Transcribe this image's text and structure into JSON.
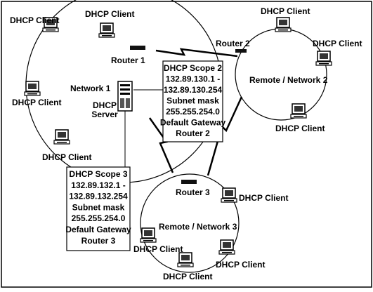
{
  "networks": {
    "net1": "Network 1",
    "net2": "Remote / Network 2",
    "net3": "Remote / Network 3"
  },
  "routers": {
    "r1": "Router 1",
    "r2": "Router 2",
    "r3": "Router 3"
  },
  "server": {
    "line1": "DHCP",
    "line2": "Server"
  },
  "clients": {
    "label": "DHCP Client"
  },
  "scope2": {
    "lines": [
      "DHCP Scope 2",
      "132.89.130.1 -",
      "132.89.130.254",
      "Subnet mask",
      "255.255.254.0",
      "Default Gateway",
      "Router 2"
    ]
  },
  "scope3": {
    "lines": [
      "DHCP Scope 3",
      "132.89.132.1 -",
      "132.89.132.254",
      "Subnet mask",
      "255.255.254.0",
      "Default Gateway",
      "Router 3"
    ]
  }
}
